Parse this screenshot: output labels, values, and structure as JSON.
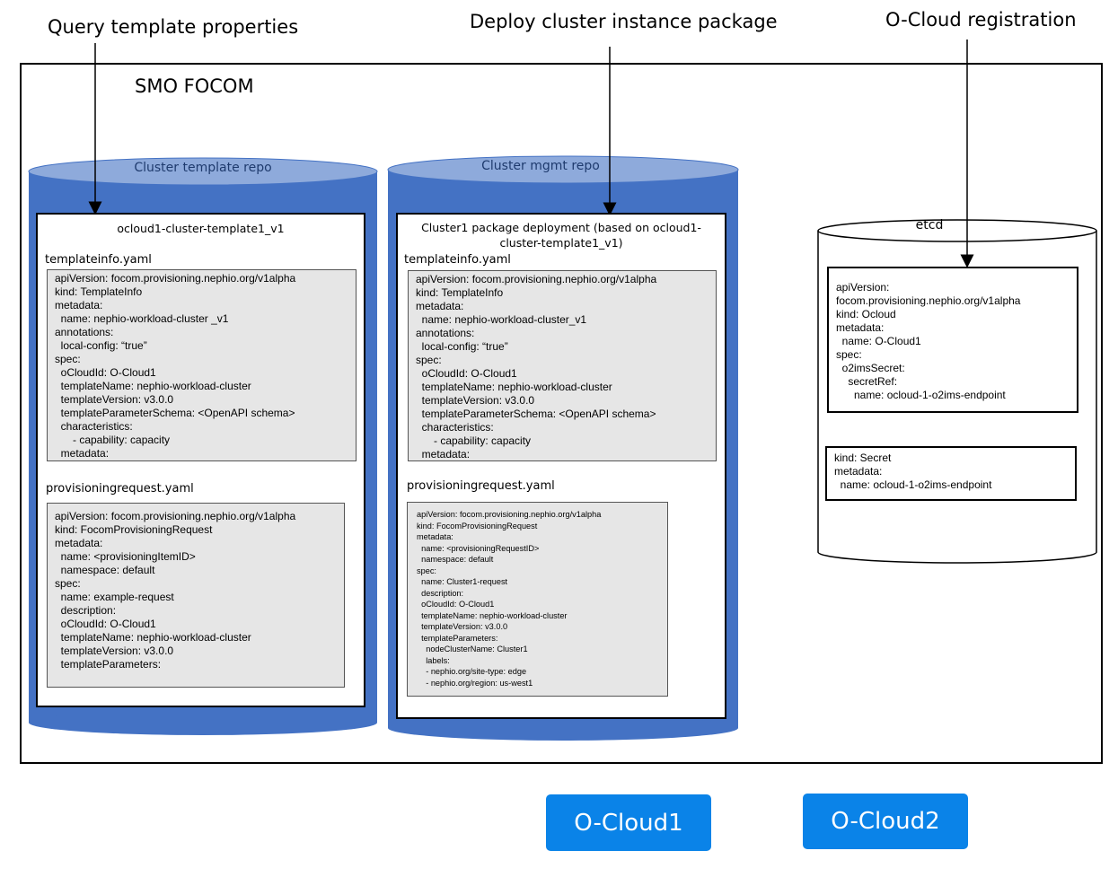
{
  "headings": {
    "query": "Query template properties",
    "deploy": "Deploy cluster instance package",
    "registration": "O-Cloud registration"
  },
  "system_label": "SMO FOCOM",
  "cluster_template_repo": {
    "label": "Cluster template repo",
    "card_title": "ocloud1-cluster-template1_v1",
    "templateinfo_label": "templateinfo.yaml",
    "templateinfo_lines": [
      "apiVersion: focom.provisioning.nephio.org/v1alpha",
      "kind: TemplateInfo",
      "metadata:",
      "  name: nephio-workload-cluster _v1",
      "annotations:",
      "  local-config: “true”",
      "spec:",
      "  oCloudId: O-Cloud1",
      "  templateName: nephio-workload-cluster",
      "  templateVersion: v3.0.0",
      "  templateParameterSchema: <OpenAPI schema>",
      "  characteristics:",
      "      - capability: capacity",
      "  metadata:"
    ],
    "provisioning_label": "provisioningrequest.yaml",
    "provisioning_lines": [
      "apiVersion: focom.provisioning.nephio.org/v1alpha",
      "kind: FocomProvisioningRequest",
      "metadata:",
      "  name: <provisioningItemID>",
      "  namespace: default",
      "spec:",
      "  name: example-request",
      "  description:",
      "  oCloudId: O-Cloud1",
      "  templateName: nephio-workload-cluster",
      "  templateVersion: v3.0.0",
      "  templateParameters:"
    ]
  },
  "cluster_mgmt_repo": {
    "label": "Cluster mgmt repo",
    "card_title": "Cluster1 package deployment (based on ocloud1-cluster-template1_v1)",
    "templateinfo_label": "templateinfo.yaml",
    "templateinfo_lines": [
      "apiVersion: focom.provisioning.nephio.org/v1alpha",
      "kind: TemplateInfo",
      "metadata:",
      "  name: nephio-workload-cluster_v1",
      "annotations:",
      "  local-config: “true”",
      "spec:",
      "  oCloudId: O-Cloud1",
      "  templateName: nephio-workload-cluster",
      "  templateVersion: v3.0.0",
      "  templateParameterSchema: <OpenAPI schema>",
      "  characteristics:",
      "      - capability: capacity",
      "  metadata:"
    ],
    "provisioning_label": "provisioningrequest.yaml",
    "provisioning_lines": [
      "apiVersion: focom.provisioning.nephio.org/v1alpha",
      "kind: FocomProvisioningRequest",
      "metadata:",
      "  name: <provisioningRequestID>",
      "  namespace: default",
      "spec:",
      "  name: Cluster1-request",
      "  description:",
      "  oCloudId: O-Cloud1",
      "  templateName: nephio-workload-cluster",
      "  templateVersion: v3.0.0",
      "  templateParameters:",
      "    nodeClusterName: Cluster1",
      "    labels:",
      "    - nephio.org/site-type: edge",
      "    - nephio.org/region: us-west1"
    ]
  },
  "etcd": {
    "label": "etcd",
    "ocloud_lines": [
      "apiVersion:",
      "focom.provisioning.nephio.org/v1alpha",
      "kind: Ocloud",
      "metadata:",
      "  name: O-Cloud1",
      "spec:",
      "  o2imsSecret:",
      "    secretRef:",
      "      name: ocloud-1-o2ims-endpoint"
    ],
    "secret_lines": [
      "kind: Secret",
      "metadata:",
      "  name: ocloud-1-o2ims-endpoint"
    ]
  },
  "clouds": {
    "ocloud1": "O-Cloud1",
    "ocloud2": "O-Cloud2"
  },
  "colors": {
    "cylinder_body": "#4472c4",
    "cylinder_top": "#8eaadb",
    "cloud_button": "#0a83e8",
    "code_bg": "#e6e6e6"
  }
}
